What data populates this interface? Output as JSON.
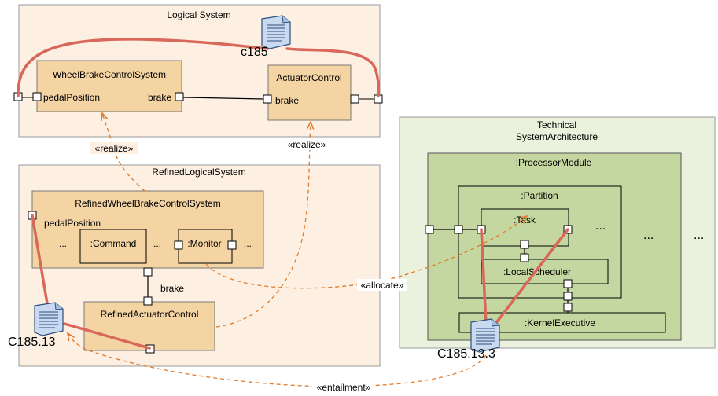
{
  "logical_system": {
    "title": "Logical System",
    "wheel_brake": {
      "name": "WheelBrakeControlSystem",
      "port_in": "pedalPosition",
      "port_out": "brake"
    },
    "actuator": {
      "name": "ActuatorControl",
      "port_in": "brake"
    }
  },
  "refined_system": {
    "title": "RefinedLogicalSystem",
    "wheel_brake": {
      "name": "RefinedWheelBrakeControlSystem",
      "port_in": "pedalPosition",
      "command": ":Command",
      "monitor": ":Monitor",
      "ellipsis": "..."
    },
    "brake_label": "brake",
    "actuator": {
      "name": "RefinedActuatorControl"
    }
  },
  "technical": {
    "title_line1": "Technical",
    "title_line2": "SystemArchitecture",
    "processor": ":ProcessorModule",
    "partition": ":Partition",
    "task": ":Task",
    "scheduler": ":LocalScheduler",
    "kernel": ":KernelExecutive",
    "ellipsis": "..."
  },
  "relations": {
    "realize": "«realize»",
    "allocate": "«allocate»",
    "entailment": "«entailment»"
  },
  "contracts": {
    "c185": "c185",
    "c185_13": "C185.13",
    "c185_13_3": "C185.13.3"
  },
  "colors": {
    "package_fill": "#fdf0e2",
    "component_fill": "#f5d4a4",
    "tech_fill": "#eaf1dd",
    "processor_fill": "#c4d7a0",
    "contract_link": "#d9675a",
    "dependency": "#e07b2d",
    "doc_fill": "#c9daf0"
  }
}
